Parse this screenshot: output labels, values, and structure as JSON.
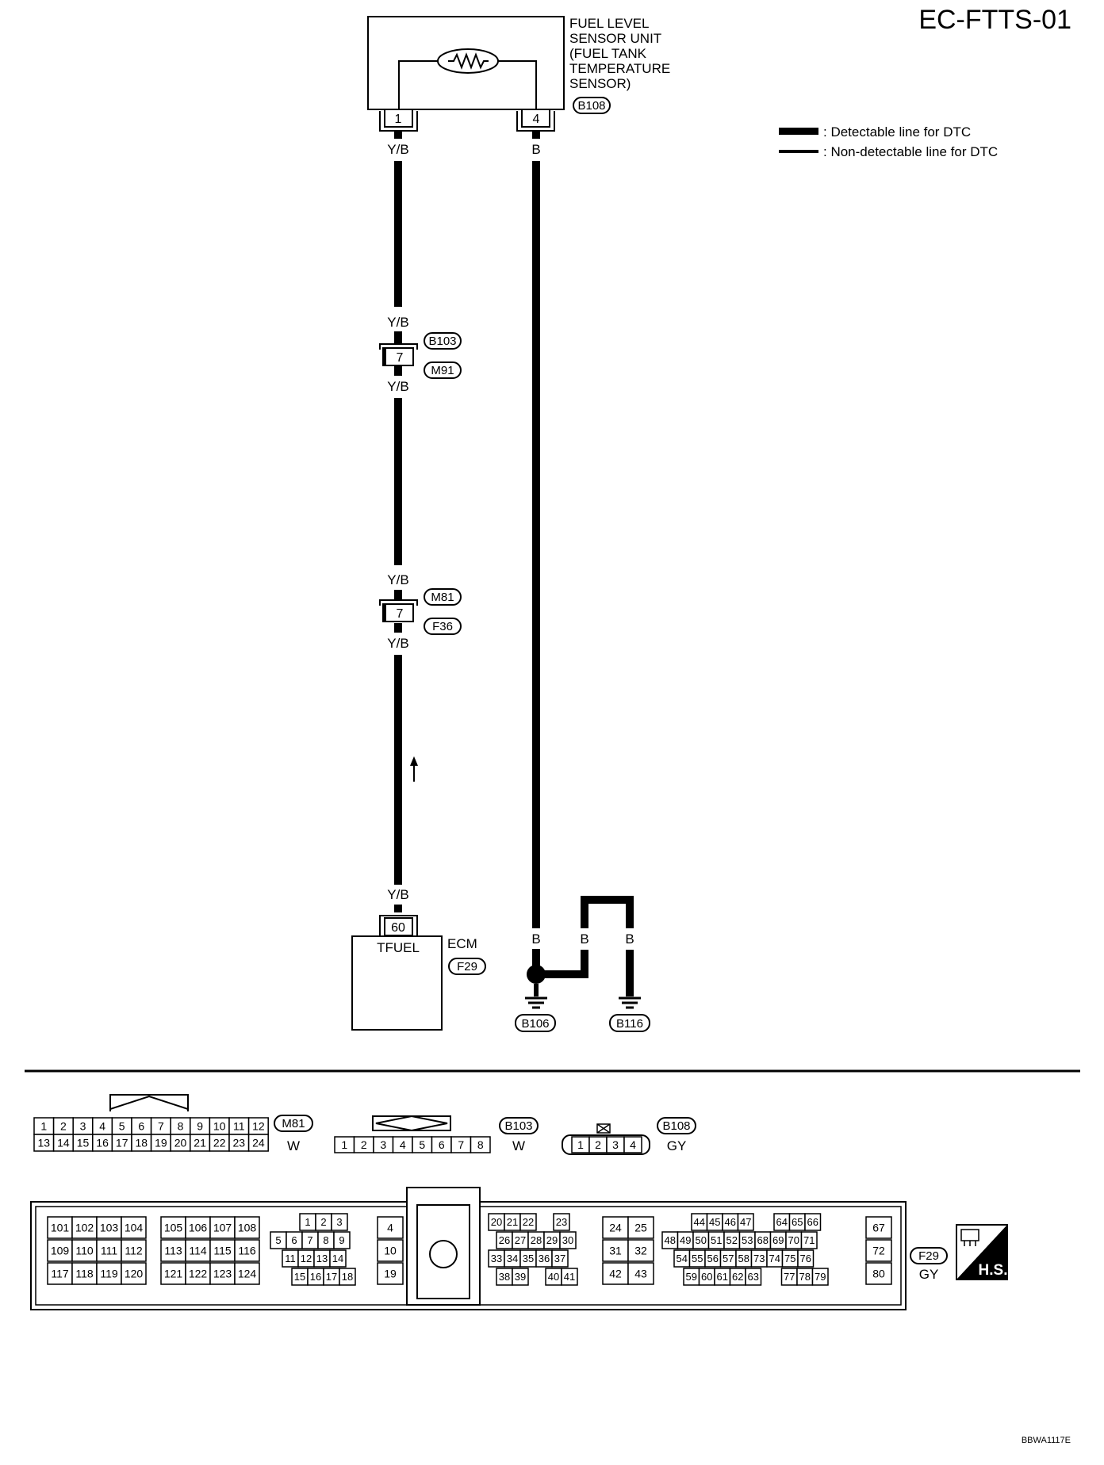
{
  "page_title": "EC-FTTS-01",
  "figure_code": "BBWA1117E",
  "legend": {
    "detectable": ": Detectable line for DTC",
    "non_detectable": ": Non-detectable line for DTC"
  },
  "sensor": {
    "name_lines": [
      "FUEL LEVEL",
      "SENSOR UNIT",
      "(FUEL TANK",
      "TEMPERATURE",
      "SENSOR)"
    ],
    "connector": "B108",
    "pin_signal": "1",
    "pin_ground": "4"
  },
  "wires": {
    "signal_color": "Y/B",
    "ground_color": "B"
  },
  "joints": [
    {
      "pin": "7",
      "top_connector": "B103",
      "bottom_connector": "M91"
    },
    {
      "pin": "7",
      "top_connector": "M81",
      "bottom_connector": "F36"
    }
  ],
  "ecm": {
    "name": "ECM",
    "connector": "F29",
    "pin": "60",
    "terminal_name": "TFUEL"
  },
  "grounds": [
    "B106",
    "B116"
  ],
  "connector_views": {
    "m81": {
      "id": "M81",
      "color": "W",
      "row1": [
        "1",
        "2",
        "3",
        "4",
        "5",
        "6",
        "7",
        "8",
        "9",
        "10",
        "11",
        "12"
      ],
      "row2": [
        "13",
        "14",
        "15",
        "16",
        "17",
        "18",
        "19",
        "20",
        "21",
        "22",
        "23",
        "24"
      ]
    },
    "b103": {
      "id": "B103",
      "color": "W",
      "row": [
        "1",
        "2",
        "3",
        "4",
        "5",
        "6",
        "7",
        "8"
      ]
    },
    "b108": {
      "id": "B108",
      "color": "GY",
      "row": [
        "1",
        "2",
        "3",
        "4"
      ]
    },
    "f29": {
      "id": "F29",
      "color": "GY",
      "badge": "H.S.",
      "blocks": [
        {
          "rows": [
            [
              "101",
              "102",
              "103",
              "104"
            ],
            [
              "109",
              "110",
              "111",
              "112"
            ],
            [
              "117",
              "118",
              "119",
              "120"
            ]
          ]
        },
        {
          "rows": [
            [
              "105",
              "106",
              "107",
              "108"
            ],
            [
              "113",
              "114",
              "115",
              "116"
            ],
            [
              "121",
              "122",
              "123",
              "124"
            ]
          ]
        },
        {
          "rows": [
            [
              "1",
              "2",
              "3"
            ],
            [
              "5",
              "6",
              "7",
              "8",
              "9"
            ],
            [
              "11",
              "12",
              "13",
              "14"
            ],
            [
              "15",
              "16",
              "17",
              "18"
            ]
          ]
        },
        {
          "rows": [
            [
              "4"
            ],
            [
              "10"
            ],
            [
              "19"
            ]
          ]
        },
        {
          "rows": [
            [
              "20",
              "21",
              "22",
              "23"
            ],
            [
              "26",
              "27",
              "28",
              "29",
              "30"
            ],
            [
              "33",
              "34",
              "35",
              "36",
              "37"
            ],
            [
              "38",
              "39",
              "40",
              "41"
            ]
          ]
        },
        {
          "rows": [
            [
              "24",
              "25"
            ],
            [
              "31",
              "32"
            ],
            [
              "42",
              "43"
            ]
          ]
        },
        {
          "rows": [
            [
              "44",
              "45",
              "46",
              "47",
              "64",
              "65",
              "66"
            ],
            [
              "48",
              "49",
              "50",
              "51",
              "52",
              "53",
              "68",
              "69",
              "70",
              "71"
            ],
            [
              "54",
              "55",
              "56",
              "57",
              "58",
              "73",
              "74",
              "75",
              "76"
            ],
            [
              "59",
              "60",
              "61",
              "62",
              "63",
              "77",
              "78",
              "79"
            ]
          ]
        },
        {
          "rows": [
            [
              "67"
            ],
            [
              "72"
            ],
            [
              "80"
            ]
          ]
        }
      ]
    }
  }
}
